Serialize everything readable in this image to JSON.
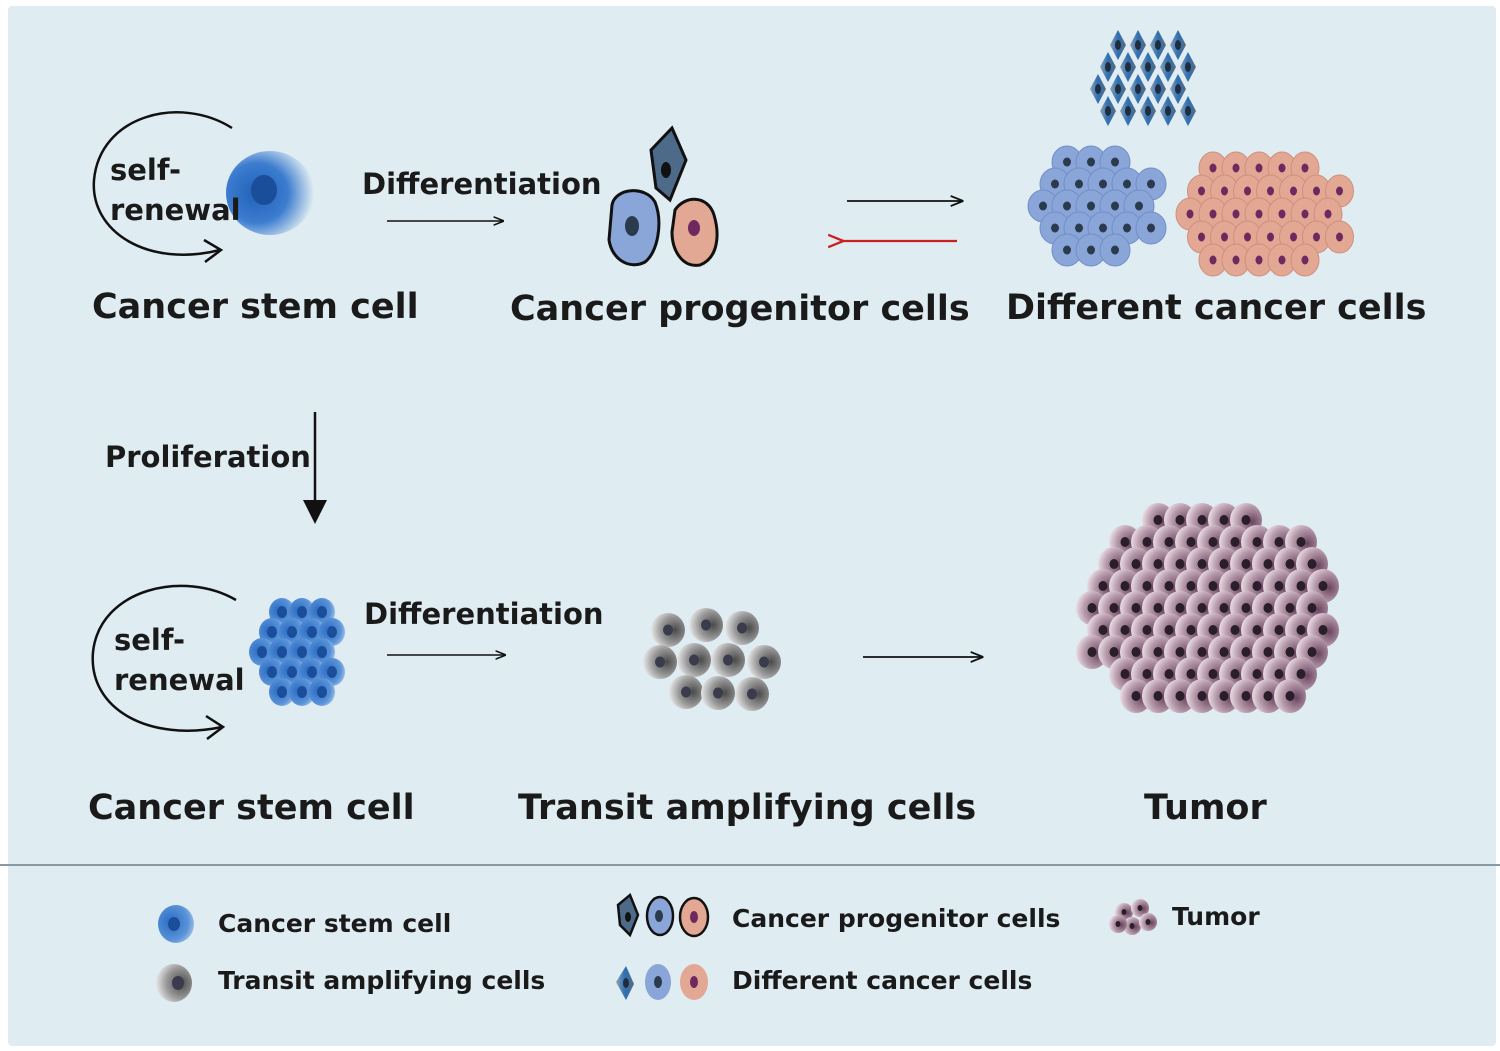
{
  "colors": {
    "background": "#dfecf1",
    "stem_blue": "#2f6fc0",
    "progenitor_blue": "#8aa5d8",
    "progenitor_pink": "#e2a894",
    "progenitor_dark": "#4d6a88",
    "red_arrow": "#cc1f1f",
    "tumor_purple": "#7a5468",
    "transit_gray": "#6d6d6d"
  },
  "icons": {
    "self_renewal": "circular-arrow-icon",
    "stem": "stem-cell-icon",
    "progenitor": "progenitor-cells-icon",
    "tumor": "tumor-cluster-icon"
  },
  "top_row": {
    "self_renewal": "self-\nrenewal",
    "arrow_label": "Differentiation",
    "stem_title": "Cancer stem cell",
    "progenitor_title": "Cancer progenitor cells",
    "different_title": "Different cancer cells"
  },
  "middle": {
    "proliferation_label": "Proliferation"
  },
  "bottom_row": {
    "self_renewal": "self-\nrenewal",
    "arrow_label": "Differentiation",
    "stem_title": "Cancer stem cell",
    "transit_title": "Transit amplifying cells",
    "tumor_title": "Tumor"
  },
  "legend": {
    "stem": "Cancer stem cell",
    "transit": "Transit amplifying cells",
    "progenitor": "Cancer progenitor cells",
    "different": "Different cancer cells",
    "tumor": "Tumor"
  }
}
